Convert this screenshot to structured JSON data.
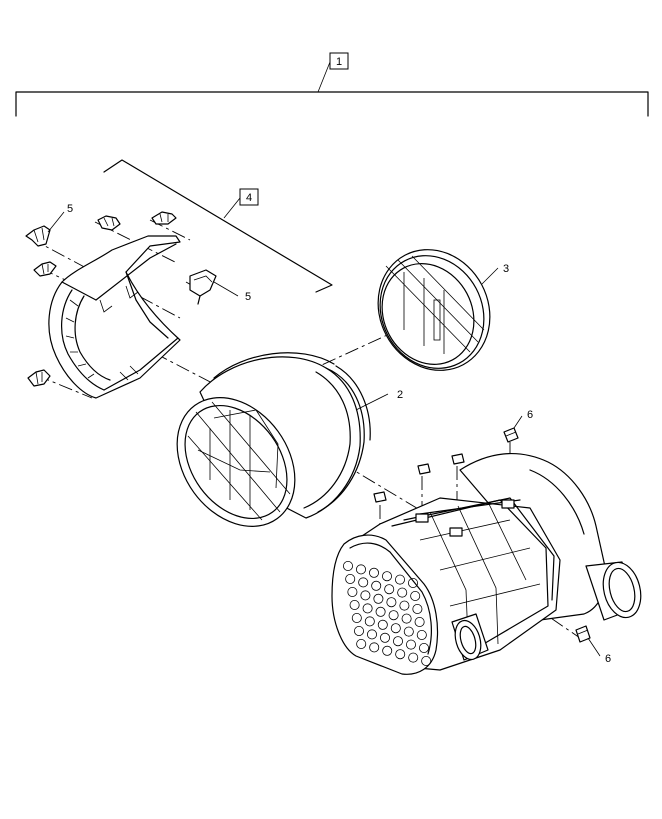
{
  "callouts": {
    "assembly": "1",
    "kit": "4",
    "safety_filter": "3",
    "primary_filter": "2",
    "clip_left": "5",
    "clip_right": "5",
    "valve_top": "6",
    "valve_bottom": "6"
  }
}
